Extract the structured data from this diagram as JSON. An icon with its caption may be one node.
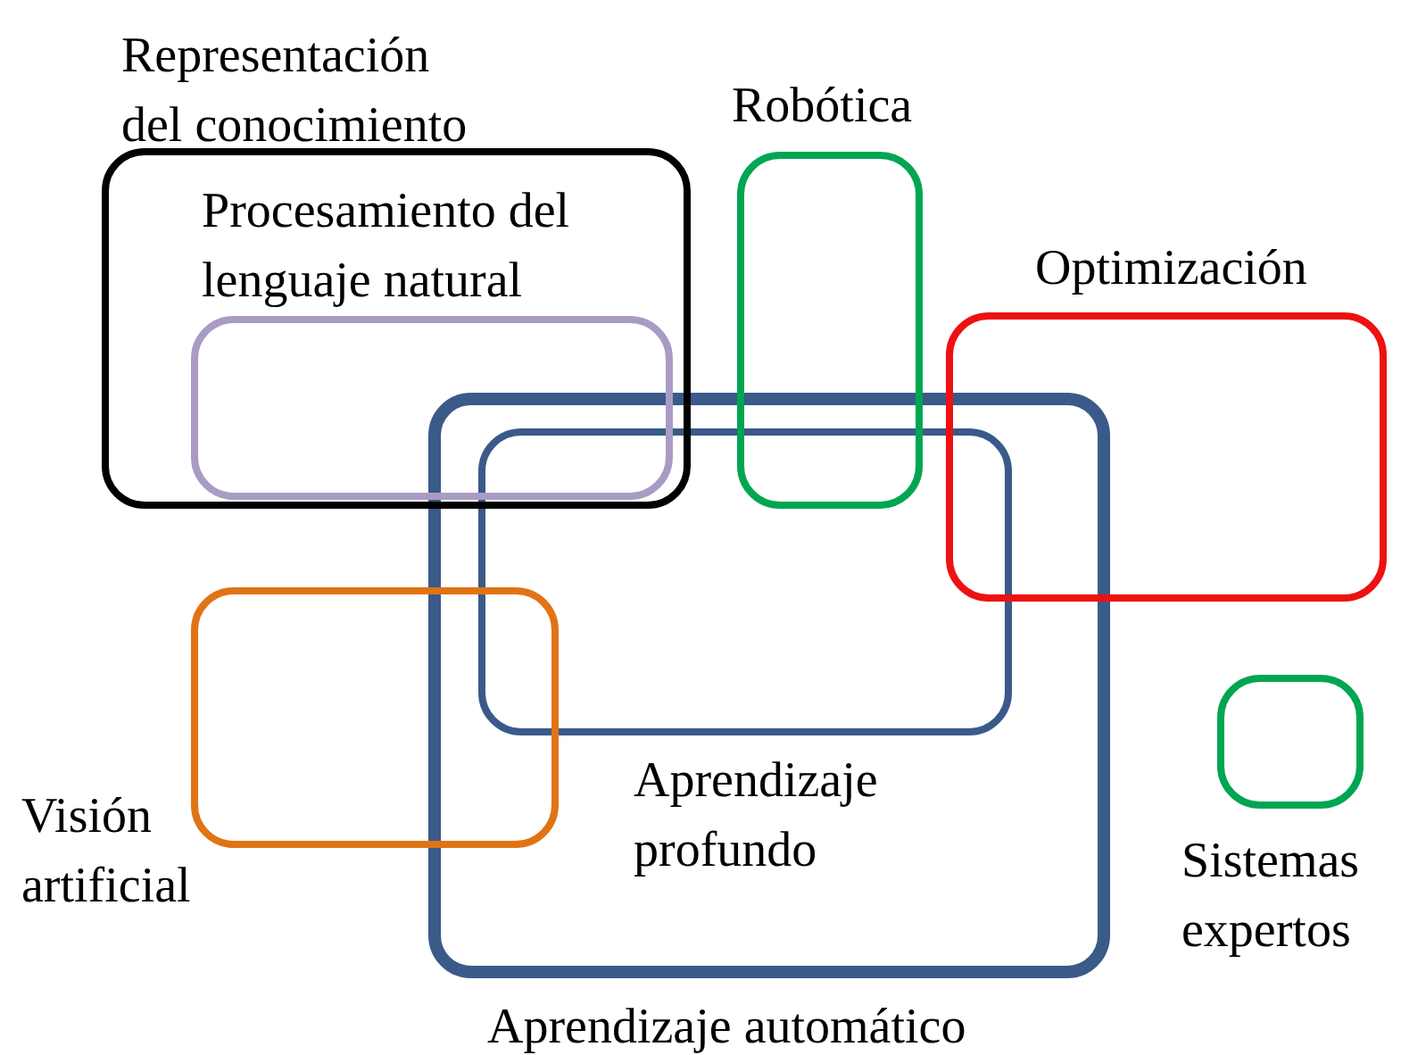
{
  "diagram": {
    "nodes": [
      {
        "text": [
          "Representación del conocimiento"
        ]
      },
      {
        "text": [
          "Procesamiento del lenguaje natural"
        ],
        "in": 0
      },
      {
        "text": [
          "Robótica"
        ]
      },
      {
        "text": [
          "Optimización"
        ]
      },
      {
        "text": [
          "Aprendizaje automático"
        ]
      },
      {
        "text": [
          "Aprendizaje profundo"
        ],
        "in": 4
      },
      {
        "text": [
          "Visión artificial"
        ]
      },
      {
        "text": [
          "Sistemas expertos"
        ]
      }
    ]
  }
}
